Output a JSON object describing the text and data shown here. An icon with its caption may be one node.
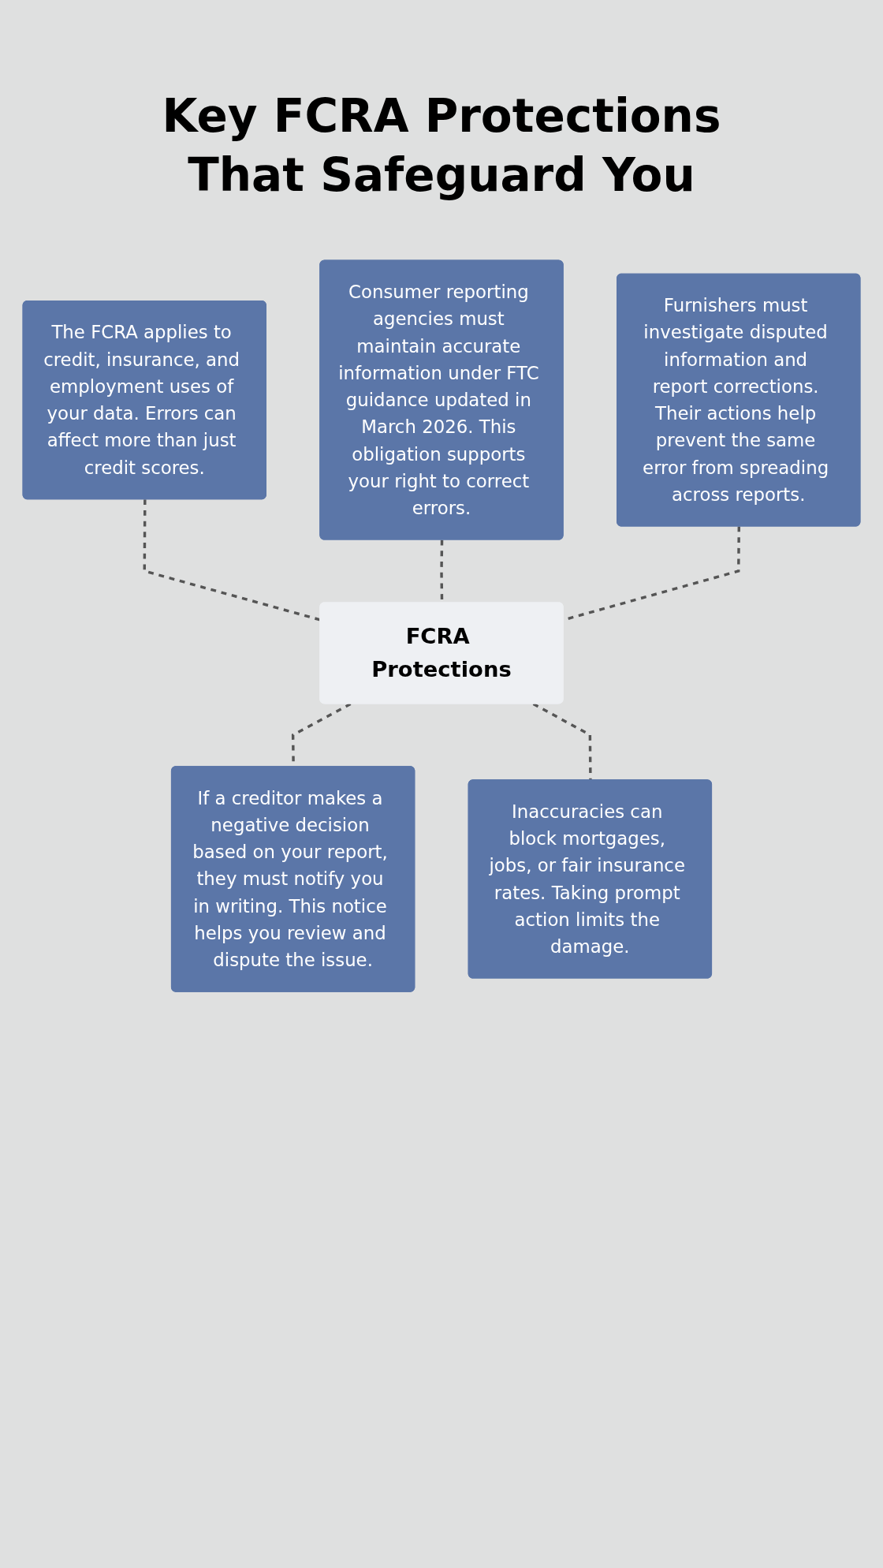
{
  "diagram": {
    "title": "Key FCRA Protections That Safeguard You",
    "nodes": [
      {
        "text": [
          "The FCRA applies to credit, insurance, and employment uses of your data. Errors can affect more than just credit scores."
        ]
      },
      {
        "text": [
          "Consumer reporting agencies must maintain accurate information under FTC guidance updated in March 2026. This obligation supports your right to correct errors."
        ]
      },
      {
        "text": [
          "Furnishers must investigate disputed information and report corrections. Their actions help prevent the same error from spreading across reports."
        ]
      },
      {
        "text": [
          "FCRA Protections"
        ]
      },
      {
        "text": [
          "If a creditor makes a negative decision based on your report, they must notify you in writing. This notice helps you review and dispute the issue."
        ]
      },
      {
        "text": [
          "Inaccuracies can block mortgages, jobs, or fair insurance rates. Taking prompt action limits the damage."
        ]
      }
    ],
    "edges": [
      {
        "from": 0,
        "to": 3,
        "arrow": "none",
        "style": "dashed"
      },
      {
        "from": 1,
        "to": 3,
        "arrow": "none",
        "style": "dashed"
      },
      {
        "from": 2,
        "to": 3,
        "arrow": "none",
        "style": "dashed"
      },
      {
        "from": 3,
        "to": 4,
        "arrow": "none",
        "style": "dashed"
      },
      {
        "from": 3,
        "to": 5,
        "arrow": "none",
        "style": "dashed"
      }
    ]
  }
}
